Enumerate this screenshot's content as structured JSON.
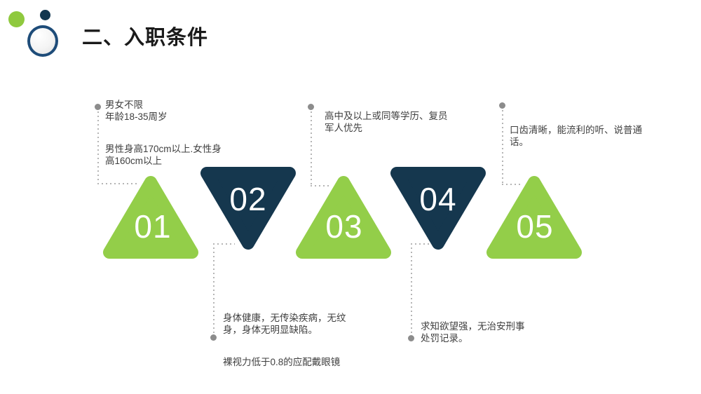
{
  "slide": {
    "title": "二、入职条件",
    "colors": {
      "green": "#93ce49",
      "navy": "#15374e",
      "title_text": "#1a1a1a",
      "body_text": "#3f3f3f",
      "connector_dot": "#8c8c8c",
      "connector_dash": "#b5b5b5",
      "logo_ring_blue": "#1e4c79",
      "logo_green": "#8fc93e",
      "logo_navy": "#12374f"
    },
    "steps": [
      {
        "number": "01",
        "direction": "up",
        "color_key": "green"
      },
      {
        "number": "02",
        "direction": "down",
        "color_key": "navy"
      },
      {
        "number": "03",
        "direction": "up",
        "color_key": "green"
      },
      {
        "number": "04",
        "direction": "down",
        "color_key": "navy"
      },
      {
        "number": "05",
        "direction": "up",
        "color_key": "green"
      }
    ],
    "notes": [
      {
        "position": "top-left",
        "paragraphs": [
          [
            "男女不限",
            "年龄18-35周岁"
          ],
          [
            "男性身高170cm以上.女性身",
            "高160cm以上"
          ]
        ]
      },
      {
        "position": "top-middle",
        "paragraphs": [
          [
            "高中及以上或同等学历、复员",
            "军人优先"
          ]
        ]
      },
      {
        "position": "top-right",
        "paragraphs": [
          [
            "口齿清晰，能流利的听、说普通",
            "话。"
          ]
        ]
      },
      {
        "position": "bottom-left",
        "paragraphs": [
          [
            "身体健康，无传染疾病，无纹",
            "身，身体无明显缺陷。"
          ],
          [
            "裸视力低于0.8的应配戴眼镜"
          ]
        ]
      },
      {
        "position": "bottom-right",
        "paragraphs": [
          [
            "求知欲望强，无治安刑事",
            "处罚记录。"
          ]
        ]
      }
    ]
  }
}
